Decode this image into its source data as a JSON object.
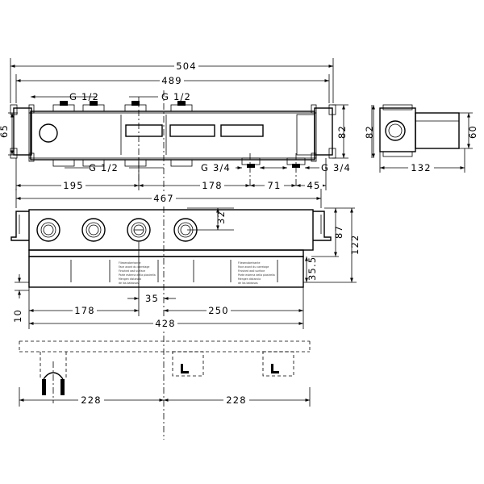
{
  "dimensions": {
    "overall_width": "504",
    "body_width": "489",
    "height_left": "65",
    "height_right": "82",
    "side_height": "82",
    "side_height_inner": "60",
    "side_depth": "132",
    "thread_top_1": "G 1/2",
    "thread_top_2": "G 1/2",
    "thread_bottom_1": "G 1/2",
    "thread_bottom_2": "G 3/4",
    "thread_bottom_3": "G 3/4",
    "dist_195": "195",
    "dist_178_top": "178",
    "dist_71": "71",
    "dist_45": "45",
    "front_width": "467",
    "front_32": "32",
    "front_87": "87",
    "front_122": "122",
    "front_35_5": "35.5",
    "front_10": "10",
    "front_178": "178",
    "front_35": "35",
    "front_250": "250",
    "front_428": "428",
    "bottom_228_left": "228",
    "bottom_228_right": "228"
  },
  "wall_labels": {
    "line1": "Fliesenoberkante",
    "line2": "Face avant du carrelage",
    "line3": "Finished wall surface",
    "line4": "Parte esterna della piastrella",
    "line5": "Mengen distancia",
    "line6": "de las baldosas"
  }
}
